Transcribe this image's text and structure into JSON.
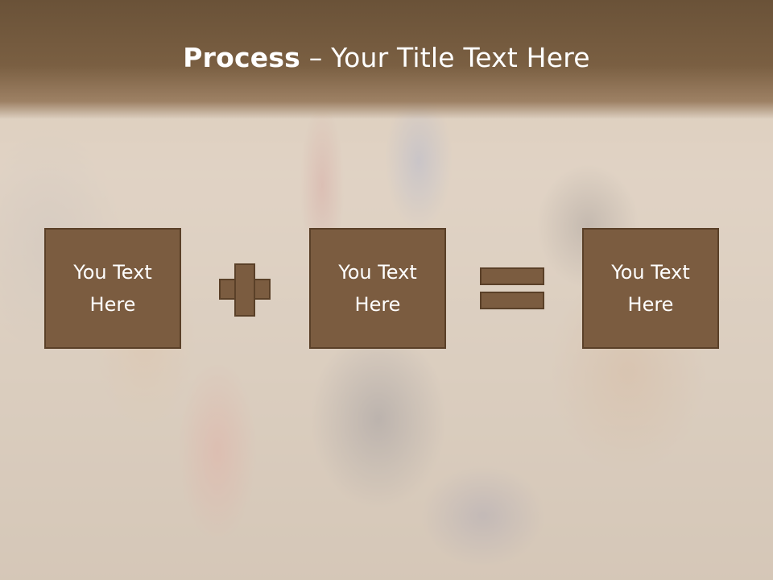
{
  "title": {
    "bold": "Process",
    "rest": " – Your Title Text Here"
  },
  "boxes": [
    {
      "label": "You Text Here"
    },
    {
      "label": "You Text Here"
    },
    {
      "label": "You Text Here"
    }
  ],
  "operators": {
    "first": "plus",
    "second": "equals"
  },
  "colors": {
    "box_fill": "#7b5c40",
    "box_border": "#5a4028",
    "title_bar": "#6a5238",
    "text": "#ffffff"
  }
}
